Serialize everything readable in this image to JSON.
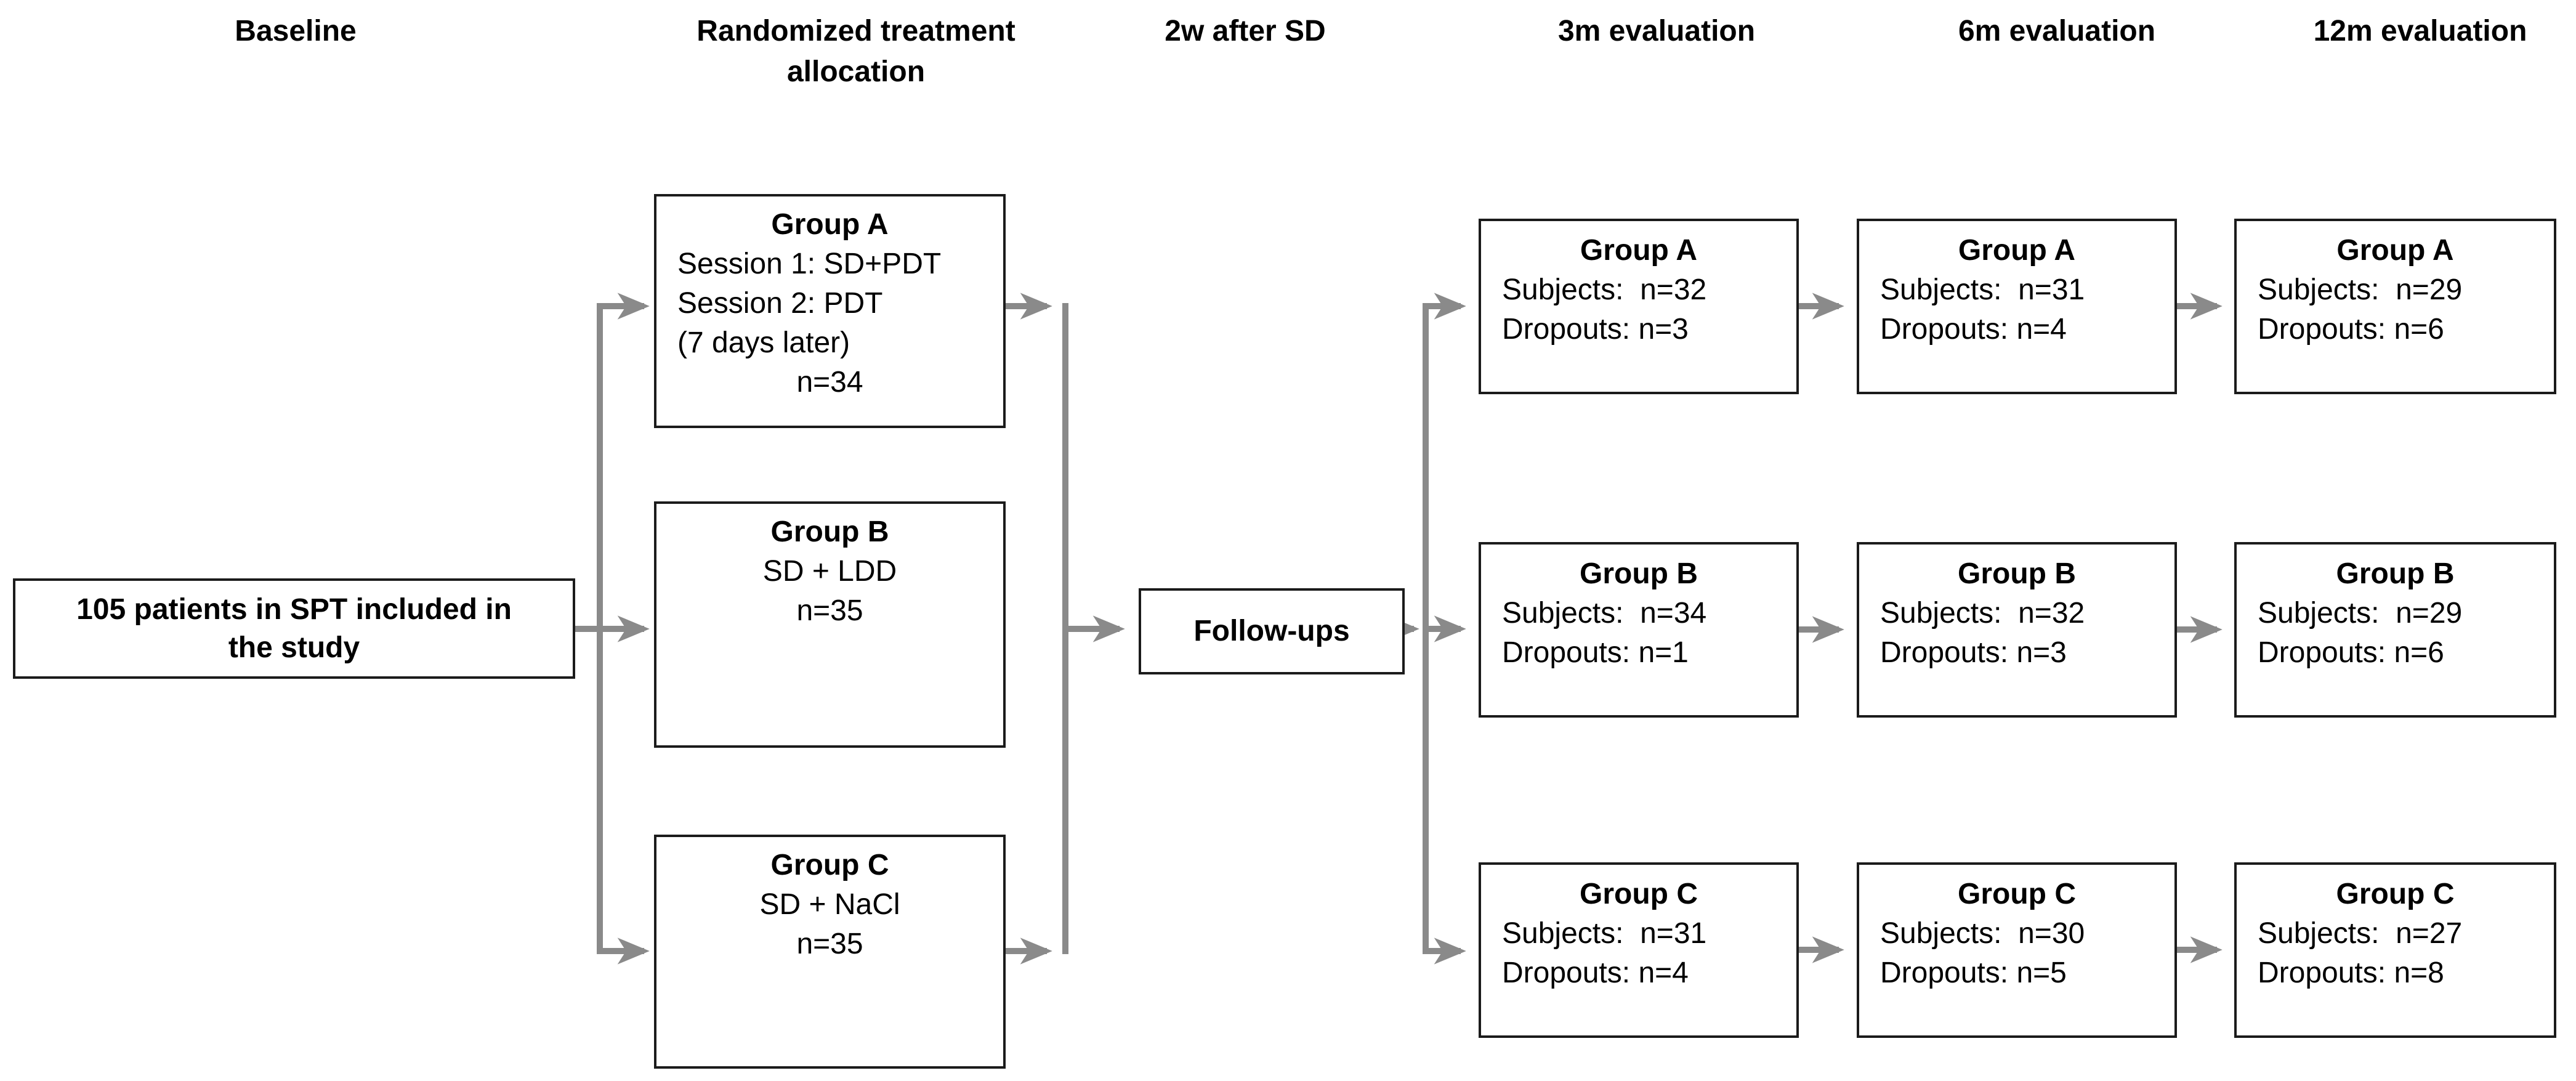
{
  "colors": {
    "arrow": "#8a8a8a",
    "border": "#1b1b1b",
    "background": "#ffffff",
    "text": "#000000"
  },
  "column_headers": [
    {
      "label": "Baseline"
    },
    {
      "label": "Randomized treatment allocation"
    },
    {
      "label": "2w after SD"
    },
    {
      "label": "3m evaluation"
    },
    {
      "label": "6m evaluation"
    },
    {
      "label": "12m evaluation"
    }
  ],
  "baseline_box": {
    "line1": "105 patients in SPT included in",
    "line2": "the study"
  },
  "allocation_boxes": [
    {
      "title": "Group A",
      "line1": "Session 1: SD+PDT",
      "line2": "Session 2: PDT",
      "line3": "(7 days later)",
      "n": "n=34"
    },
    {
      "title": "Group B",
      "line1": "SD + LDD",
      "n": "n=35"
    },
    {
      "title": "Group C",
      "line1": "SD + NaCl",
      "n": "n=35"
    }
  ],
  "followups_box": {
    "label": "Follow-ups"
  },
  "eval_columns": [
    {
      "period": "3m",
      "boxes": [
        {
          "title": "Group A",
          "subjects": "Subjects:  n=32",
          "dropouts": "Dropouts: n=3"
        },
        {
          "title": "Group B",
          "subjects": "Subjects:  n=34",
          "dropouts": "Dropouts: n=1"
        },
        {
          "title": "Group C",
          "subjects": "Subjects:  n=31",
          "dropouts": "Dropouts: n=4"
        }
      ]
    },
    {
      "period": "6m",
      "boxes": [
        {
          "title": "Group A",
          "subjects": "Subjects:  n=31",
          "dropouts": "Dropouts: n=4"
        },
        {
          "title": "Group B",
          "subjects": "Subjects:  n=32",
          "dropouts": "Dropouts: n=3"
        },
        {
          "title": "Group C",
          "subjects": "Subjects:  n=30",
          "dropouts": "Dropouts: n=5"
        }
      ]
    },
    {
      "period": "12m",
      "boxes": [
        {
          "title": "Group A",
          "subjects": "Subjects:  n=29",
          "dropouts": "Dropouts: n=6"
        },
        {
          "title": "Group B",
          "subjects": "Subjects:  n=29",
          "dropouts": "Dropouts: n=6"
        },
        {
          "title": "Group C",
          "subjects": "Subjects:  n=27",
          "dropouts": "Dropouts: n=8"
        }
      ]
    }
  ]
}
